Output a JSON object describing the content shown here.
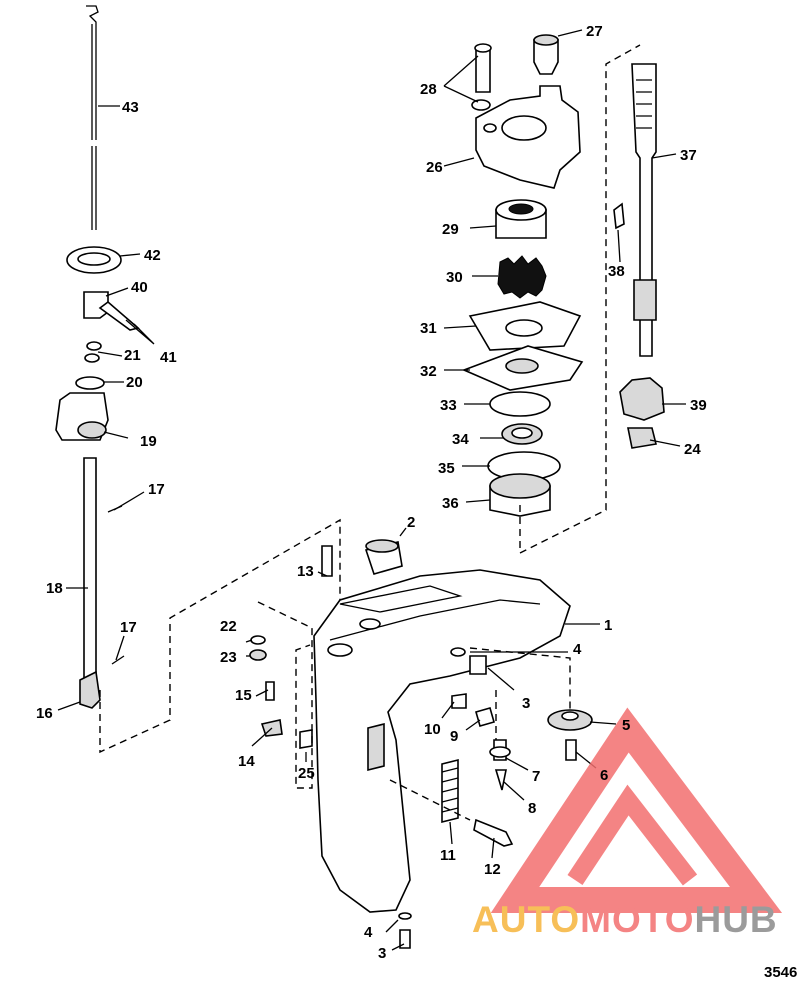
{
  "callouts": [
    "1",
    "2",
    "3",
    "3",
    "4",
    "4",
    "5",
    "6",
    "7",
    "8",
    "9",
    "10",
    "11",
    "12",
    "13",
    "14",
    "15",
    "16",
    "17",
    "17",
    "18",
    "19",
    "20",
    "21",
    "22",
    "23",
    "24",
    "25",
    "26",
    "27",
    "28",
    "29",
    "30",
    "31",
    "32",
    "33",
    "34",
    "35",
    "36",
    "37",
    "38",
    "39",
    "40",
    "41",
    "42",
    "43"
  ],
  "figure_number": "3546",
  "watermark": {
    "part1": "AUTO",
    "part2": "MOTO",
    "part3": "HUB",
    "color_orange": "#f6b43c",
    "color_red": "#f36f6f",
    "color_gray": "#8a8a8a"
  }
}
